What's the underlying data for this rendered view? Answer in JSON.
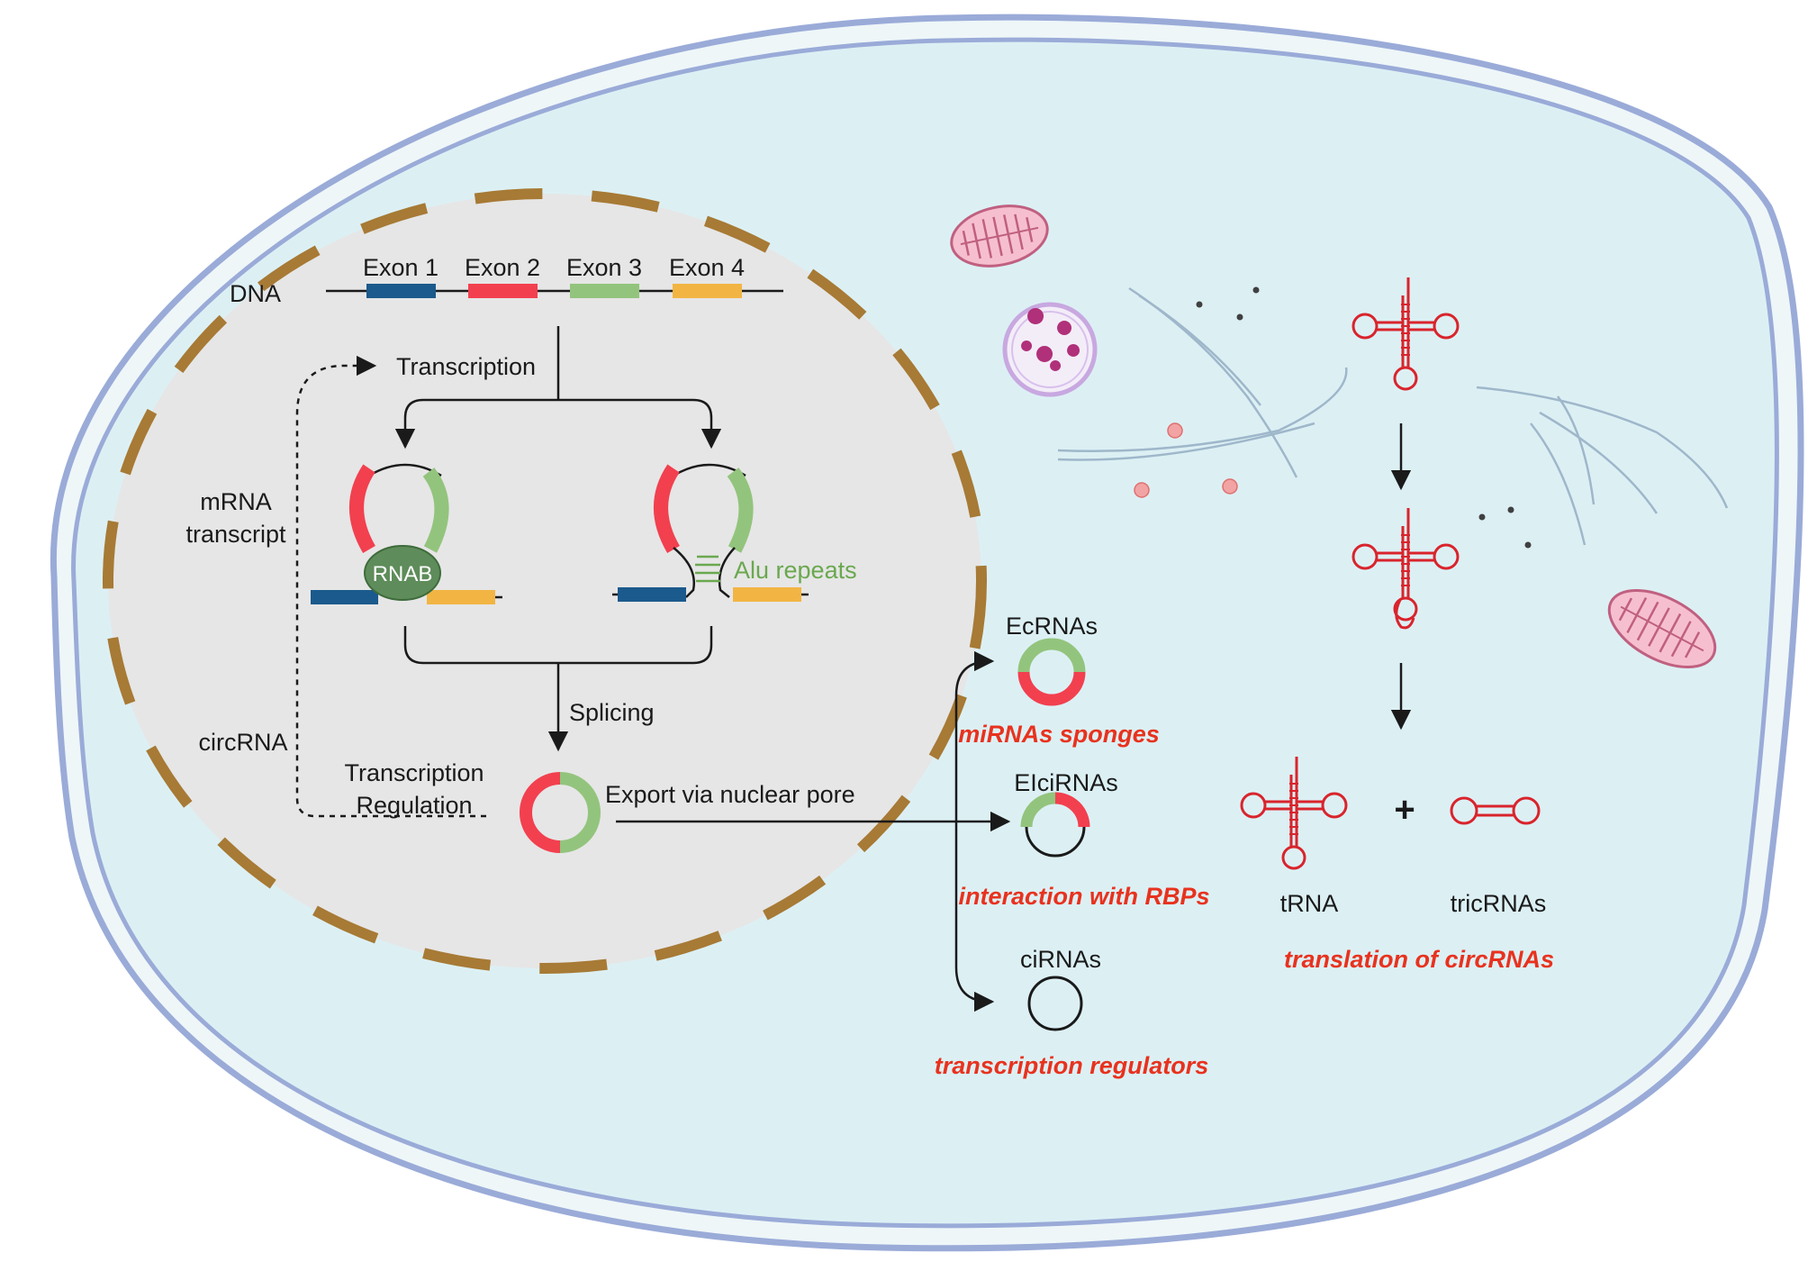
{
  "colors": {
    "exon1": "#1b5a8c",
    "exon2": "#f2404f",
    "exon3": "#93c47d",
    "exon4": "#f2b544",
    "nuclear_envelope": "#a77a35",
    "cell_membrane": "#9aabd8",
    "cytoplasm": "#dcf0f4",
    "nucleus": "#e6e6e6",
    "highlight_red": "#e8321e",
    "alu_green": "#6aa84f",
    "rnab_fill": "#5e8c5a",
    "trna_red": "#d9242c"
  },
  "nucleus": {
    "dna_label": "DNA",
    "exons": [
      "Exon 1",
      "Exon 2",
      "Exon 3",
      "Exon 4"
    ],
    "transcription": "Transcription",
    "mrna_transcript_line1": "mRNA",
    "mrna_transcript_line2": "transcript",
    "rnab": "RNAB",
    "alu_repeats": "Alu repeats",
    "splicing": "Splicing",
    "circrna": "circRNA",
    "transcription_regulation_line1": "Transcription",
    "transcription_regulation_line2": "Regulation",
    "export": "Export via nuclear pore"
  },
  "cytoplasm": {
    "ecrnas": "EcRNAs",
    "ecrnas_function": "miRNAs sponges",
    "elcirnas": "EIciRNAs",
    "elcirnas_function": "interaction with RBPs",
    "cirnas": "ciRNAs",
    "cirnas_function": "transcription regulators",
    "trna": "tRNA",
    "plus": "+",
    "tricrnas": "tricRNAs",
    "tricrnas_function": "translation of circRNAs"
  }
}
